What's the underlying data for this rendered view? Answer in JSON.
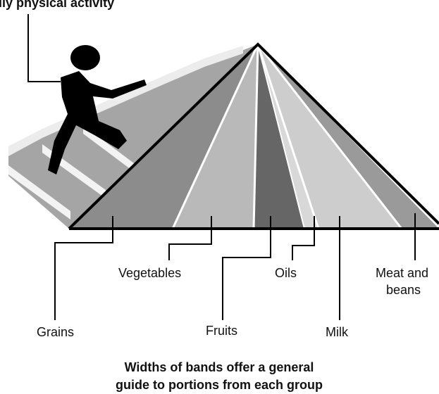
{
  "header_partial": "ily physical activity",
  "labels": {
    "grains": "Grains",
    "vegetables": "Vegetables",
    "fruits": "Fruits",
    "oils": "Oils",
    "milk": "Milk",
    "meat_line1": "Meat and",
    "meat_line2": "beans"
  },
  "caption": {
    "line1": "Widths of bands offer a general",
    "line2": "guide to portions from each group"
  },
  "colors": {
    "grains": "#8c8c8c",
    "vegetables": "#b9b9b9",
    "fruits": "#666666",
    "oils": "#d8d8d8",
    "milk": "#cdcdcd",
    "meat": "#9a9a9a",
    "stairs": "#9e9e9e",
    "figure": "#000000"
  }
}
